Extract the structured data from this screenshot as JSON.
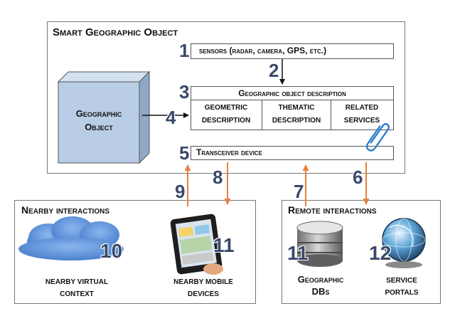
{
  "title": "Smart Geographic Object",
  "geo_object": {
    "line1": "Geographic",
    "line2": "Object"
  },
  "sensors": "sensors (radar, camera, GPS, etc.)",
  "description_title": "Geographic object description",
  "cells": {
    "geometric": [
      "GEOMETRIC",
      "DESCRIPTION"
    ],
    "thematic": [
      "THEMATIC",
      "DESCRIPTION"
    ],
    "related": [
      "RELATED",
      "SERVICES"
    ]
  },
  "transceiver": "Transceiver device",
  "nearby": {
    "title": "Nearby interactions",
    "virtual": [
      "NEARBY VIRTUAL",
      "CONTEXT"
    ],
    "mobile": [
      "NEARBY MOBILE",
      "DEVICES"
    ]
  },
  "remote": {
    "title": "Remote interactions",
    "dbs": [
      "Geographic",
      "DBs"
    ],
    "portals": [
      "SERVICE",
      "PORTALS"
    ]
  },
  "numbers": {
    "n1": "1",
    "n2": "2",
    "n3": "3",
    "n4": "4",
    "n5": "5",
    "n6": "6",
    "n7": "7",
    "n8": "8",
    "n9": "9",
    "n10": "10",
    "n11a": "11",
    "n11b": "11",
    "n12": "12"
  },
  "colors": {
    "arrow": "#e8813a",
    "cube": "#b9cde6",
    "cloud": "#5a8fd6",
    "number": "#3a4a6b",
    "clip": "#2f7fd0"
  },
  "icons": [
    "cube-icon",
    "cloud-icon",
    "tablet-icon",
    "database-icon",
    "globe-icon",
    "paperclip-icon"
  ]
}
